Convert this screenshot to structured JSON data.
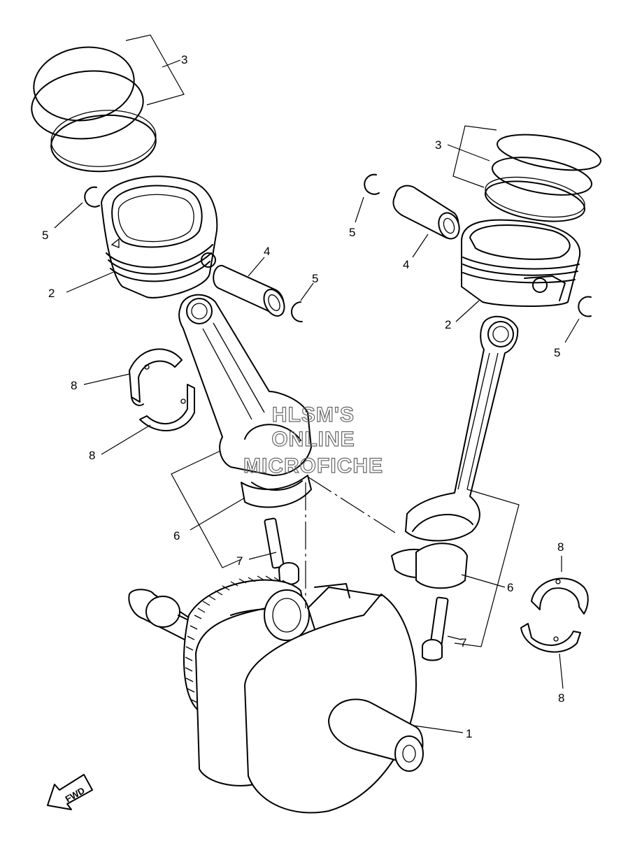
{
  "callouts": [
    {
      "id": "crankshaft",
      "label": "1"
    },
    {
      "id": "piston-left",
      "label": "2"
    },
    {
      "id": "piston-right",
      "label": "2"
    },
    {
      "id": "rings-left",
      "label": "3"
    },
    {
      "id": "rings-right",
      "label": "3"
    },
    {
      "id": "pin-left",
      "label": "4"
    },
    {
      "id": "pin-right",
      "label": "4"
    },
    {
      "id": "clip-left-a",
      "label": "5"
    },
    {
      "id": "clip-left-b",
      "label": "5"
    },
    {
      "id": "clip-right-a",
      "label": "5"
    },
    {
      "id": "clip-right-b",
      "label": "5"
    },
    {
      "id": "rod-left",
      "label": "6"
    },
    {
      "id": "rod-right",
      "label": "6"
    },
    {
      "id": "bolt-left",
      "label": "7"
    },
    {
      "id": "bolt-right",
      "label": "7"
    },
    {
      "id": "bearing-left-a",
      "label": "8"
    },
    {
      "id": "bearing-left-b",
      "label": "8"
    },
    {
      "id": "bearing-right-a",
      "label": "8"
    },
    {
      "id": "bearing-right-b",
      "label": "8"
    }
  ],
  "watermark": {
    "line1": "HLSM'S",
    "line2": "ONLINE",
    "line3": "MICROFICHE"
  },
  "fwd_label": "FWD"
}
